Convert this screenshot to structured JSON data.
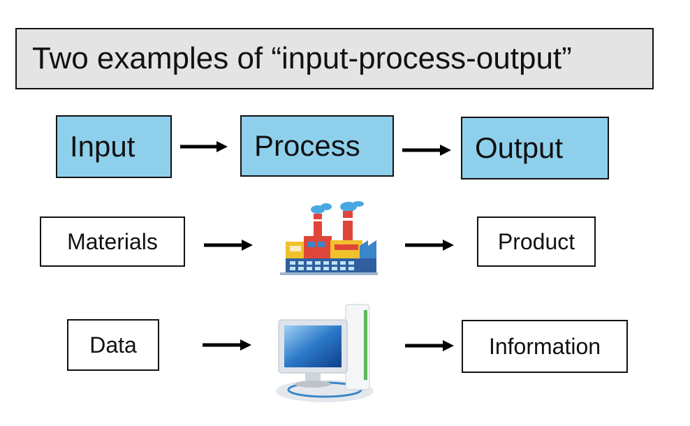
{
  "title": "Two examples of “input-process-output”",
  "header": {
    "input": "Input",
    "process": "Process",
    "output": "Output"
  },
  "rows": [
    {
      "input": "Materials",
      "process_icon": "factory-icon",
      "output": "Product"
    },
    {
      "input": "Data",
      "process_icon": "computer-icon",
      "output": "Information"
    }
  ],
  "colors": {
    "header_fill": "#8ed0ec",
    "title_fill": "#e4e4e4",
    "border": "#111111"
  }
}
